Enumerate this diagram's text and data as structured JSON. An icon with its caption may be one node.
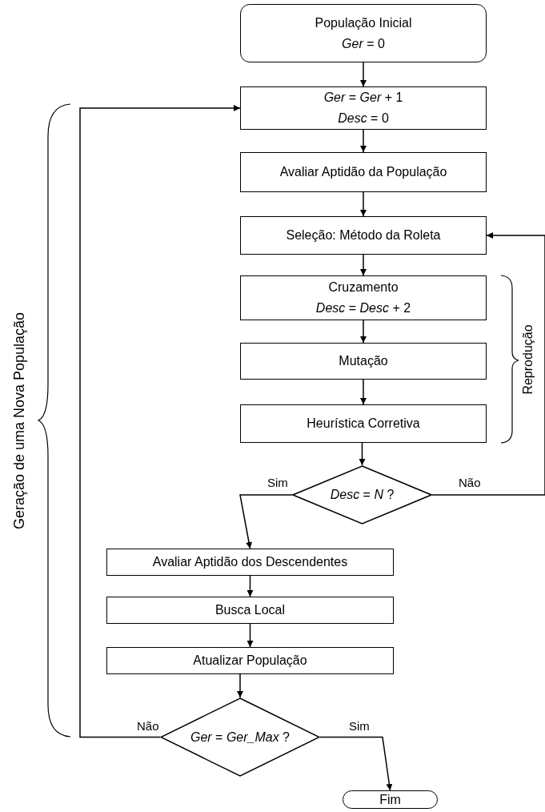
{
  "diagram": {
    "nodes": [
      {
        "text": [
          "População Inicial",
          "*Ger* = 0"
        ]
      },
      {
        "text": [
          "*Ger* = *Ger* + 1",
          "*Desc* = 0"
        ]
      },
      {
        "text": [
          "Avaliar Aptidão da População"
        ]
      },
      {
        "text": [
          "Seleção: Método da Roleta"
        ]
      },
      {
        "text": [
          "Cruzamento",
          "*Desc* = *Desc* + 2"
        ]
      },
      {
        "text": [
          "Mutação"
        ]
      },
      {
        "text": [
          "Heurística Corretiva"
        ]
      },
      {
        "text": [
          "*Desc* = *N* ?"
        ]
      },
      {
        "text": [
          "Avaliar Aptidão dos Descendentes"
        ]
      },
      {
        "text": [
          "Busca Local"
        ]
      },
      {
        "text": [
          "Atualizar População"
        ]
      },
      {
        "text": [
          "*Ger* = *Ger_Max* ?"
        ]
      },
      {
        "text": [
          "Fim"
        ]
      }
    ],
    "edges": [
      {
        "from": 0,
        "to": 1,
        "arrow": "to"
      },
      {
        "from": 1,
        "to": 2,
        "arrow": "to"
      },
      {
        "from": 2,
        "to": 3,
        "arrow": "to"
      },
      {
        "from": 3,
        "to": 4,
        "arrow": "to"
      },
      {
        "from": 4,
        "to": 5,
        "arrow": "to"
      },
      {
        "from": 5,
        "to": 6,
        "arrow": "to"
      },
      {
        "from": 6,
        "to": 7,
        "arrow": "to"
      },
      {
        "from": 7,
        "to": 8,
        "label": "Sim",
        "arrow": "to"
      },
      {
        "from": 7,
        "to": 3,
        "label": "Não",
        "arrow": "to"
      },
      {
        "from": 8,
        "to": 9,
        "arrow": "to"
      },
      {
        "from": 9,
        "to": 10,
        "arrow": "to"
      },
      {
        "from": 10,
        "to": 11,
        "arrow": "to"
      },
      {
        "from": 11,
        "to": 12,
        "label": "Sim",
        "arrow": "to"
      },
      {
        "from": 11,
        "to": 1,
        "label": "Não",
        "arrow": "to"
      }
    ],
    "labels": [
      "Geração de uma Nova População",
      "Reprodução"
    ]
  }
}
